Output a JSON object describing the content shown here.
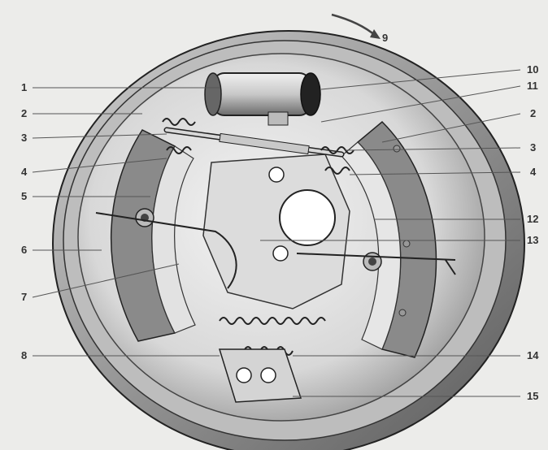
{
  "figure": {
    "rotation_label": "9",
    "callouts_left": [
      "1",
      "2",
      "3",
      "4",
      "5",
      "6",
      "7",
      "8"
    ],
    "callouts_right": [
      "10",
      "11",
      "2",
      "3",
      "4",
      "12",
      "13",
      "14",
      "15"
    ]
  }
}
